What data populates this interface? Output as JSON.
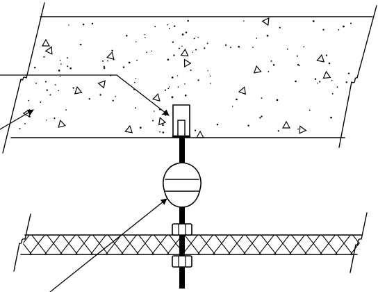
{
  "figure": {
    "kind": "construction-detail-drawing",
    "line_color": "#000000",
    "background": "#ffffff",
    "components": [
      "concrete-slab",
      "embedded-insert",
      "threaded-rod",
      "spring-hanger",
      "hex-nut",
      "hatched-board",
      "leader-lines"
    ]
  }
}
